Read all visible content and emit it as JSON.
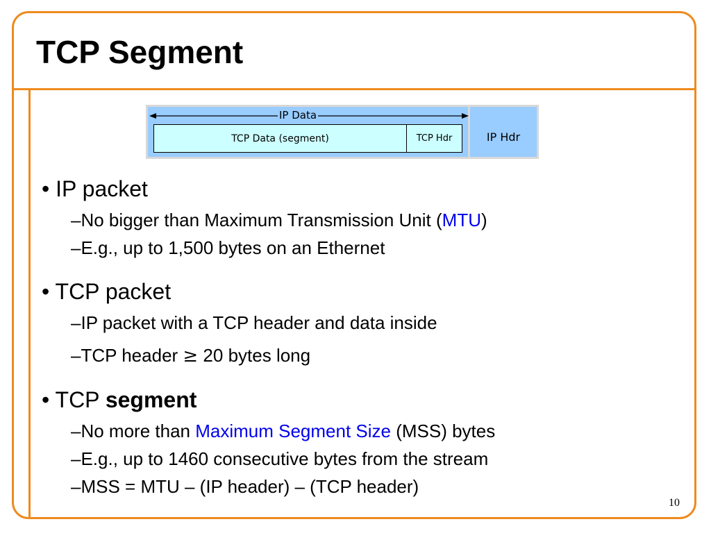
{
  "slide": {
    "title": "TCP Segment",
    "page_number": "10",
    "accent_color": "#ee8a1e",
    "link_color": "#0000ee"
  },
  "diagram": {
    "ip_data_label": "IP Data",
    "tcp_data_label": "TCP Data (segment)",
    "tcp_hdr_label": "TCP Hdr",
    "ip_hdr_label": "IP Hdr",
    "fill_blue": "#99ccff",
    "fill_cyan": "#ccffff"
  },
  "bullets": {
    "b1": {
      "bullet": "•",
      "text": "IP packet",
      "subs": {
        "s1": {
          "dash": "–",
          "pre": "No bigger than Maximum Transmission Unit (",
          "hl": "MTU",
          "post": ")"
        },
        "s2": {
          "dash": "–",
          "text": "E.g., up to 1,500 bytes on an Ethernet"
        }
      }
    },
    "b2": {
      "bullet": "•",
      "text": "TCP packet",
      "subs": {
        "s1": {
          "dash": "–",
          "text": "IP packet with a TCP header and data inside"
        },
        "s2": {
          "dash": "–",
          "pre": "TCP header ",
          "sym": "≥",
          "post": " 20 bytes long"
        }
      }
    },
    "b3": {
      "bullet": "•",
      "pre": "TCP ",
      "bold": "segment",
      "subs": {
        "s1": {
          "dash": "–",
          "pre": "No more than ",
          "hl": "Maximum Segment Size",
          "post": " (MSS) bytes"
        },
        "s2": {
          "dash": "–",
          "text": "E.g., up to 1460 consecutive bytes from the stream"
        },
        "s3": {
          "dash": "–",
          "text": "MSS = MTU – (IP header) – (TCP header)"
        }
      }
    }
  }
}
